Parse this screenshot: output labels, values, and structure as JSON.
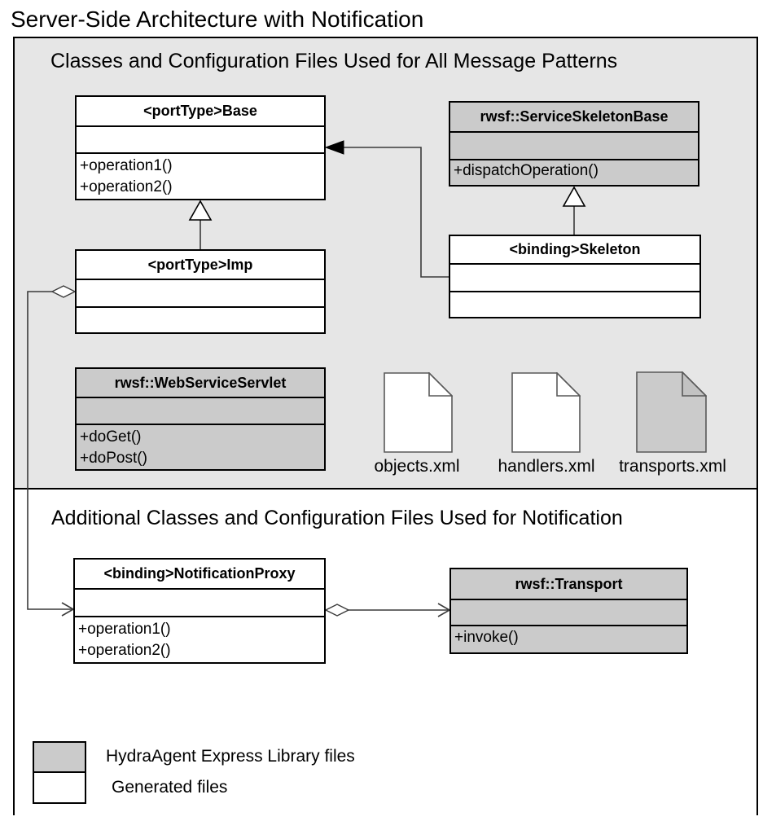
{
  "title": "Server-Side Architecture with Notification",
  "sections": {
    "common": {
      "header": "Classes and Configuration Files Used for All Message Patterns"
    },
    "notification": {
      "header": "Additional Classes and Configuration Files Used for Notification"
    }
  },
  "classes": {
    "port_type_base": {
      "name": "<portType>Base",
      "methods": [
        "+operation1()",
        "+operation2()"
      ],
      "kind": "generated"
    },
    "service_skeleton_base": {
      "name": "rwsf::ServiceSkeletonBase",
      "methods": [
        "+dispatchOperation()"
      ],
      "kind": "library"
    },
    "port_type_imp": {
      "name": "<portType>Imp",
      "methods": [],
      "kind": "generated"
    },
    "binding_skeleton": {
      "name": "<binding>Skeleton",
      "methods": [],
      "kind": "generated"
    },
    "web_service_servlet": {
      "name": "rwsf::WebServiceServlet",
      "methods": [
        "+doGet()",
        "+doPost()"
      ],
      "kind": "library"
    },
    "notification_proxy": {
      "name": "<binding>NotificationProxy",
      "methods": [
        "+operation1()",
        "+operation2()"
      ],
      "kind": "generated"
    },
    "transport": {
      "name": "rwsf::Transport",
      "methods": [
        "+invoke()"
      ],
      "kind": "library"
    }
  },
  "files": [
    {
      "label": "objects.xml",
      "kind": "generated"
    },
    {
      "label": "handlers.xml",
      "kind": "generated"
    },
    {
      "label": "transports.xml",
      "kind": "library"
    }
  ],
  "legend": {
    "library_label": "HydraAgent Express Library files",
    "generated_label": "Generated files"
  },
  "colors": {
    "library_fill": "#cbcbcb",
    "generated_fill": "#ffffff",
    "common_section_bg": "#e6e6e6",
    "border": "#000000",
    "connector": "#3a3a3a"
  }
}
